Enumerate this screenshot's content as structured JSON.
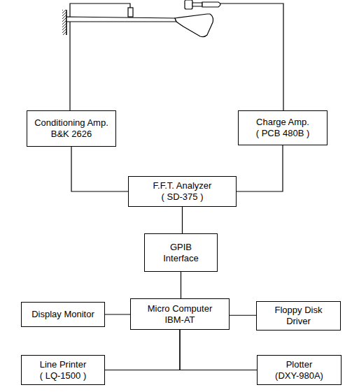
{
  "diagram": {
    "nodes": [
      {
        "text": [
          "Conditioning Amp.",
          "B&K 2626"
        ]
      },
      {
        "text": [
          "Charge Amp.",
          "( PCB 480B )"
        ]
      },
      {
        "text": [
          "F.F.T. Analyzer",
          "( SD-375 )"
        ]
      },
      {
        "text": [
          "GPIB",
          "Interface"
        ]
      },
      {
        "text": [
          "Display Monitor"
        ]
      },
      {
        "text": [
          "Micro Computer",
          "IBM-AT"
        ]
      },
      {
        "text": [
          "Floppy  Disk",
          "Driver"
        ]
      },
      {
        "text": [
          "Line Printer",
          "( LQ-1500 )"
        ]
      },
      {
        "text": [
          "Plotter",
          "(DXY-980A)"
        ]
      }
    ],
    "edges": [
      {
        "from": 0,
        "to": 2,
        "arrow": "none"
      },
      {
        "from": 1,
        "to": 2,
        "arrow": "none"
      },
      {
        "from": 2,
        "to": 3,
        "arrow": "none"
      },
      {
        "from": 3,
        "to": 5,
        "arrow": "none"
      },
      {
        "from": 4,
        "to": 5,
        "arrow": "none"
      },
      {
        "from": 5,
        "to": 6,
        "arrow": "none"
      },
      {
        "from": 5,
        "to": 7,
        "arrow": "none"
      },
      {
        "from": 5,
        "to": 8,
        "arrow": "none"
      }
    ]
  }
}
